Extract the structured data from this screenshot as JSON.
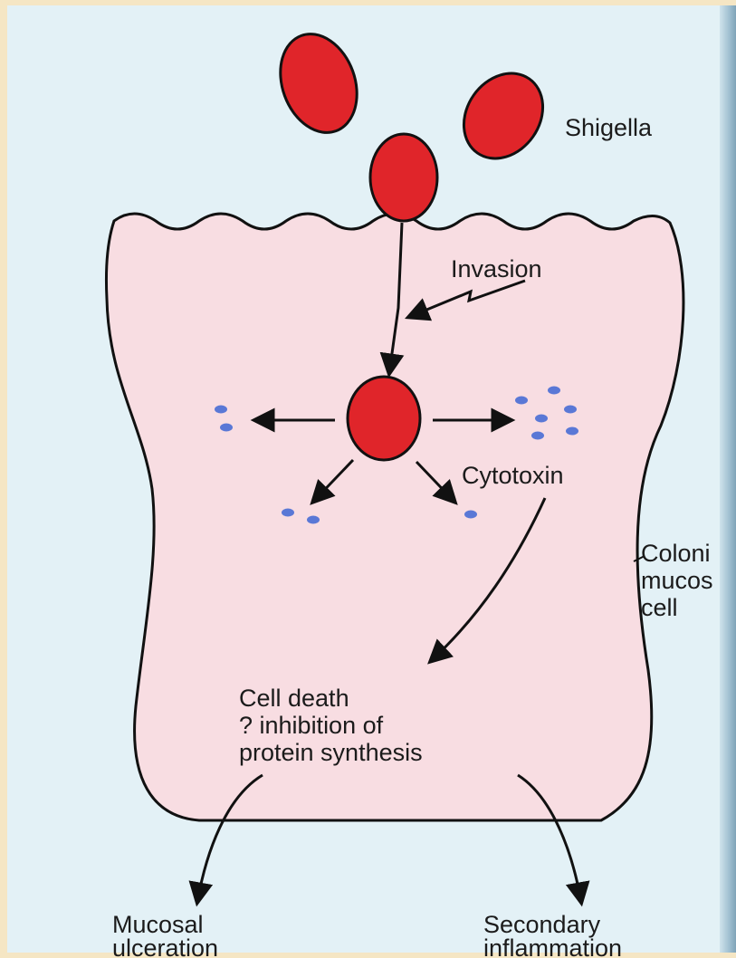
{
  "labels": {
    "shigella": "Shigella",
    "invasion": "Invasion",
    "cytotoxin": "Cytotoxin",
    "colonic_mucosal_cell": [
      "Coloni",
      "mucos",
      "cell"
    ],
    "cell_death": [
      "Cell death",
      "? inhibition of",
      "protein synthesis"
    ],
    "mucosal_ulceration": [
      "Mucosal",
      "ulceration"
    ],
    "secondary_inflammation": [
      "Secondary",
      "inflammation"
    ]
  },
  "colors": {
    "background": "#e3f1f6",
    "frame": "#f5e6c4",
    "cell_fill": "#f8dde2",
    "bacterium_fill": "#e0252a",
    "toxin_dot": "#5a78d6",
    "line": "#111111"
  }
}
